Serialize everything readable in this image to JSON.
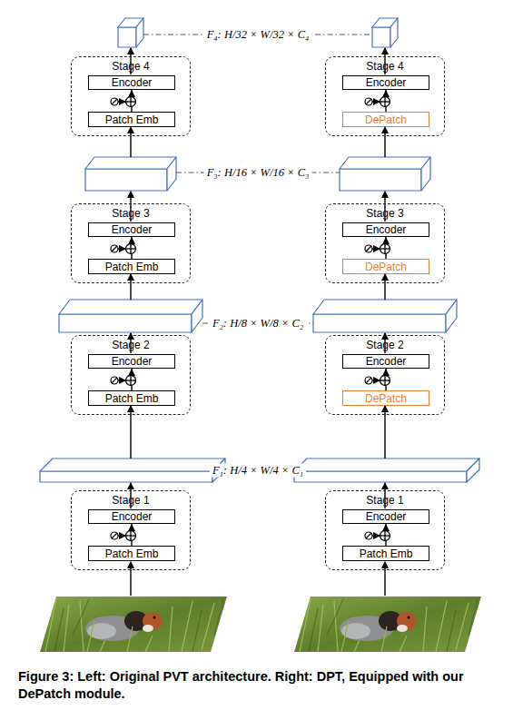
{
  "diagram": {
    "caption": "Figure 3: Left: Original PVT architecture. Right: DPT, Equipped with our DePatch module.",
    "nodes": [
      {
        "text": [
          "Stage 4"
        ]
      },
      {
        "text": [
          "Encoder"
        ],
        "in": 0
      },
      {
        "text": [
          "Patch Emb"
        ],
        "in": 0
      },
      {
        "text": [
          "Stage 3"
        ]
      },
      {
        "text": [
          "Encoder"
        ],
        "in": 3
      },
      {
        "text": [
          "Patch Emb"
        ],
        "in": 3
      },
      {
        "text": [
          "Stage 2"
        ]
      },
      {
        "text": [
          "Encoder"
        ],
        "in": 6
      },
      {
        "text": [
          "Patch Emb"
        ],
        "in": 6
      },
      {
        "text": [
          "Stage 1"
        ]
      },
      {
        "text": [
          "Encoder"
        ],
        "in": 9
      },
      {
        "text": [
          "Patch Emb"
        ],
        "in": 9
      },
      {
        "text": [
          "Stage 4"
        ]
      },
      {
        "text": [
          "Encoder"
        ],
        "in": 12
      },
      {
        "text": [
          "DePatch"
        ],
        "in": 12
      },
      {
        "text": [
          "Stage 3"
        ]
      },
      {
        "text": [
          "Encoder"
        ],
        "in": 15
      },
      {
        "text": [
          "DePatch"
        ],
        "in": 15
      },
      {
        "text": [
          "Stage 2"
        ]
      },
      {
        "text": [
          "Encoder"
        ],
        "in": 18
      },
      {
        "text": [
          "DePatch"
        ],
        "in": 18
      },
      {
        "text": [
          "Stage 1"
        ]
      },
      {
        "text": [
          "Encoder"
        ],
        "in": 21
      },
      {
        "text": [
          "Patch Emb"
        ],
        "in": 21
      }
    ],
    "edges": [
      {
        "from": 2,
        "to": 1,
        "arrow": "to"
      },
      {
        "from": 5,
        "to": 4,
        "arrow": "to"
      },
      {
        "from": 8,
        "to": 7,
        "arrow": "to"
      },
      {
        "from": 11,
        "to": 10,
        "arrow": "to"
      },
      {
        "from": 14,
        "to": 13,
        "arrow": "to"
      },
      {
        "from": 17,
        "to": 16,
        "arrow": "to"
      },
      {
        "from": 20,
        "to": 19,
        "arrow": "to"
      },
      {
        "from": 23,
        "to": 22,
        "arrow": "to"
      }
    ],
    "labels": [
      "F₄: H/32 × W/32 × C₄",
      "F₃: H/16 × W/16 × C₃",
      "F₂: H/8 × W/8 × C₂",
      "F₁: H/4 × W/4 × C₁"
    ]
  }
}
